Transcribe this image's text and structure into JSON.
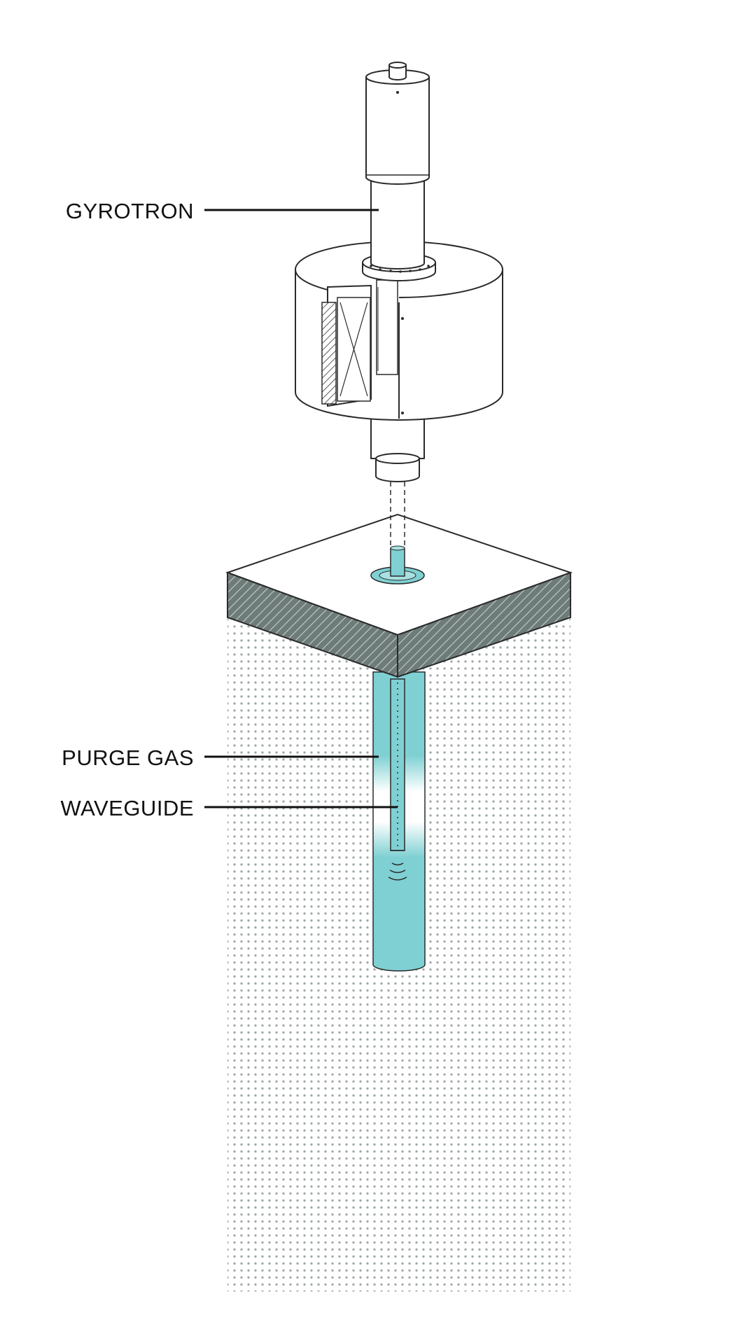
{
  "labels": {
    "gyrotron": "GYROTRON",
    "purge_gas": "PURGE GAS",
    "waveguide": "WAVEGUIDE"
  },
  "colors": {
    "background": "#ffffff",
    "line": "#2a2a2a",
    "teal": "#7fd0d3",
    "slab_side": "#5e6d6b",
    "dots": "#9aa5a3"
  }
}
